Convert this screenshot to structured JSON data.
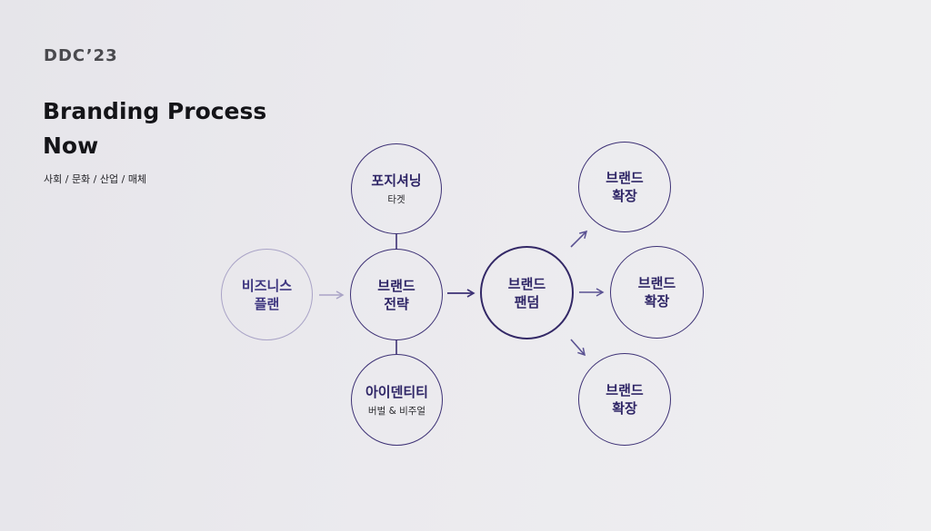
{
  "slide": {
    "brand_mark": "DDC’23",
    "title_line1": "Branding Process",
    "title_line2": "Now",
    "subtitle": "사회 / 문화 / 산업 / 매체"
  },
  "diagram": {
    "nodes": {
      "business_plan": {
        "label": "비즈니스\n플랜"
      },
      "positioning": {
        "label": "포지셔닝",
        "sub": "타겟"
      },
      "brand_strategy": {
        "label": "브랜드\n전략"
      },
      "identity": {
        "label": "아이덴티티",
        "sub": "버벌 & 비주얼"
      },
      "brand_fandom": {
        "label": "브랜드\n팬덤"
      },
      "expansion_top": {
        "label": "브랜드\n확장"
      },
      "expansion_mid": {
        "label": "브랜드\n확장"
      },
      "expansion_bottom": {
        "label": "브랜드\n확장"
      }
    },
    "colors": {
      "primary": "#3d3175",
      "muted": "#a9a3c6",
      "background": "#ebeaee"
    }
  }
}
